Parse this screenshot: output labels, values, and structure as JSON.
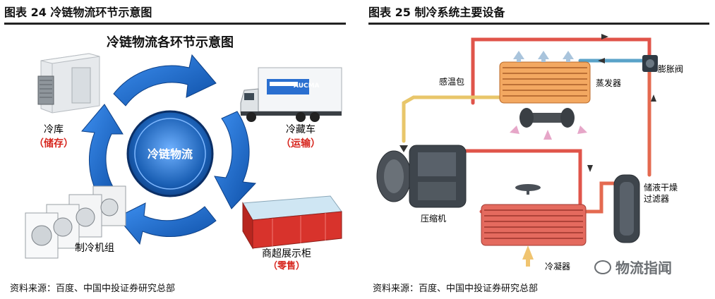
{
  "left": {
    "figure_title": "图表 24 冷链物流环节示意图",
    "diagram_title": "冷链物流各环节示意图",
    "center_label": "冷链物流",
    "nodes": [
      {
        "name": "冷库",
        "role": "（储存）"
      },
      {
        "name": "冷藏车",
        "role": "（运输）"
      },
      {
        "name": "商超展示柜",
        "role": "（零售）"
      },
      {
        "name": "制冷机组",
        "role": ""
      }
    ],
    "truck_brand": "AUCMA",
    "source": "资料来源：百度、中国中投证券研究总部"
  },
  "right": {
    "figure_title": "图表 25 制冷系统主要设备",
    "components": {
      "sensor_bulb": "感温包",
      "evaporator": "蒸发器",
      "expansion_valve": "膨胀阀",
      "compressor": "压缩机",
      "condenser": "冷凝器",
      "receiver_drier": "储液干燥\n过滤器"
    },
    "source": "资料来源：百度、中国中投证券研究总部"
  },
  "watermark": "物流指闻",
  "colors": {
    "ring_blue": "#1565c8",
    "center_blue": "#1a5fb4",
    "role_red": "#d7261e",
    "hot_pipe": "#e0544a",
    "cold_pipe": "#5aa3c9"
  }
}
